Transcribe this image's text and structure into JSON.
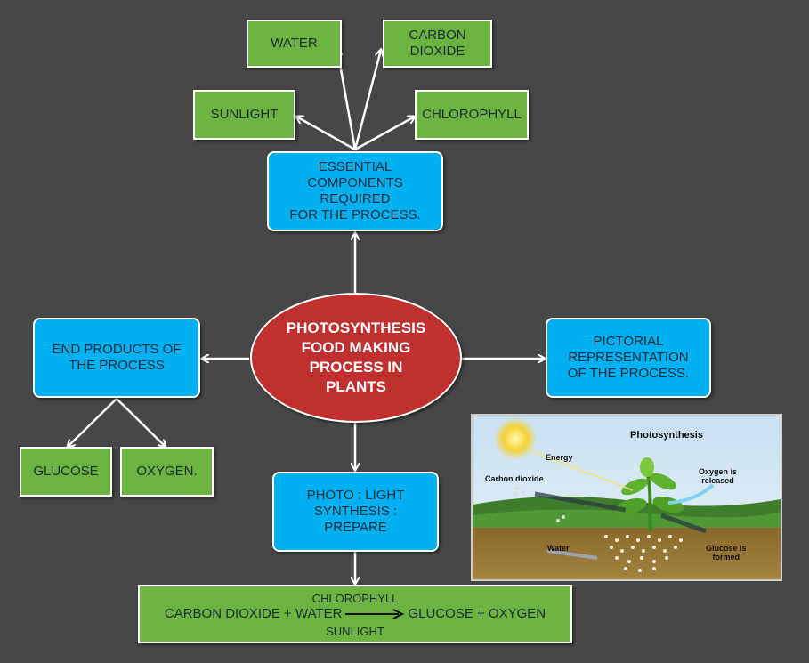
{
  "center": {
    "label": "PHOTOSYNTHESIS\nFOOD MAKING\nPROCESS IN\nPLANTS"
  },
  "essential": {
    "label": "ESSENTIAL\nCOMPONENTS\nREQUIRED\nFOR THE PROCESS."
  },
  "components": {
    "water": "WATER",
    "carbon_dioxide": "CARBON\nDIOXIDE",
    "sunlight": "SUNLIGHT",
    "chlorophyll": "CHLOROPHYLL"
  },
  "end_products": {
    "label": "END PRODUCTS OF\nTHE PROCESS",
    "glucose": "GLUCOSE",
    "oxygen": "OXYGEN."
  },
  "pictorial": {
    "label": "PICTORIAL\nREPRESENTATION\nOF THE PROCESS."
  },
  "meaning": {
    "label": "PHOTO : LIGHT\nSYNTHESIS :\nPREPARE"
  },
  "equation": {
    "above_arrow": "CHLOROPHYLL",
    "reactants": "CARBON DIOXIDE + WATER",
    "products": "GLUCOSE + OXYGEN",
    "below_arrow": "SUNLIGHT"
  },
  "illustration": {
    "title": "Photosynthesis",
    "energy": "Energy",
    "carbon_dioxide": "Carbon dioxide",
    "oxygen": "Oxygen is\nreleased",
    "water": "Water",
    "glucose": "Glucose is\nformed"
  },
  "colors": {
    "background": "#474747",
    "green_box": "#6db33f",
    "blue_box": "#00b0f0",
    "center_ellipse": "#c0302f",
    "arrows": "#ffffff"
  }
}
